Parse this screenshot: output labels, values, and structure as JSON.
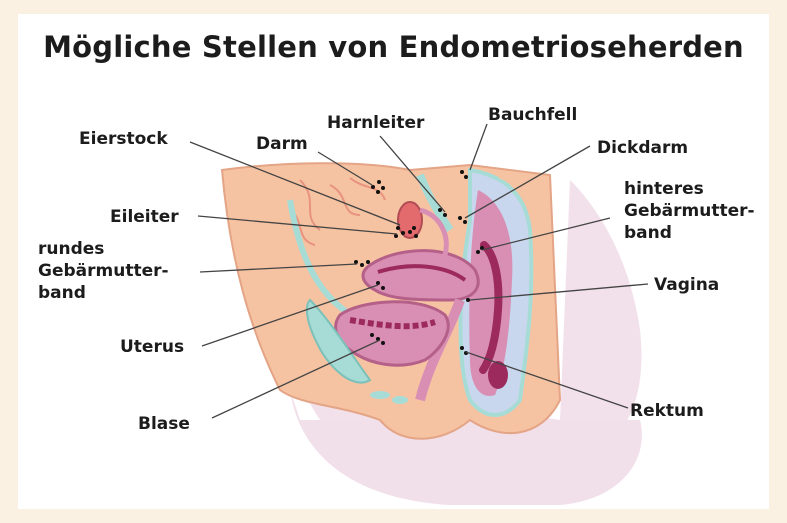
{
  "title": "Mögliche Stellen von Endometrioseherden",
  "labels": {
    "eierstock": "Eierstock",
    "darm": "Darm",
    "harnleiter": "Harnleiter",
    "bauchfell": "Bauchfell",
    "dickdarm": "Dickdarm",
    "eileiter": "Eileiter",
    "rundes_band": "rundes\nGebärmutter-\nband",
    "hinteres_band": "hinteres\nGebärmutter-\nband",
    "vagina": "Vagina",
    "uterus": "Uterus",
    "blase": "Blase",
    "rektum": "Rektum"
  },
  "colors": {
    "background": "#fbf1e2",
    "panel": "#ffffff",
    "skin": "#f6c3a2",
    "body_shadow": "#efd9e6",
    "organ_pink": "#d98fb4",
    "organ_dark": "#9c2a5c",
    "teal": "#a7dcd6",
    "dots": "#111111"
  }
}
